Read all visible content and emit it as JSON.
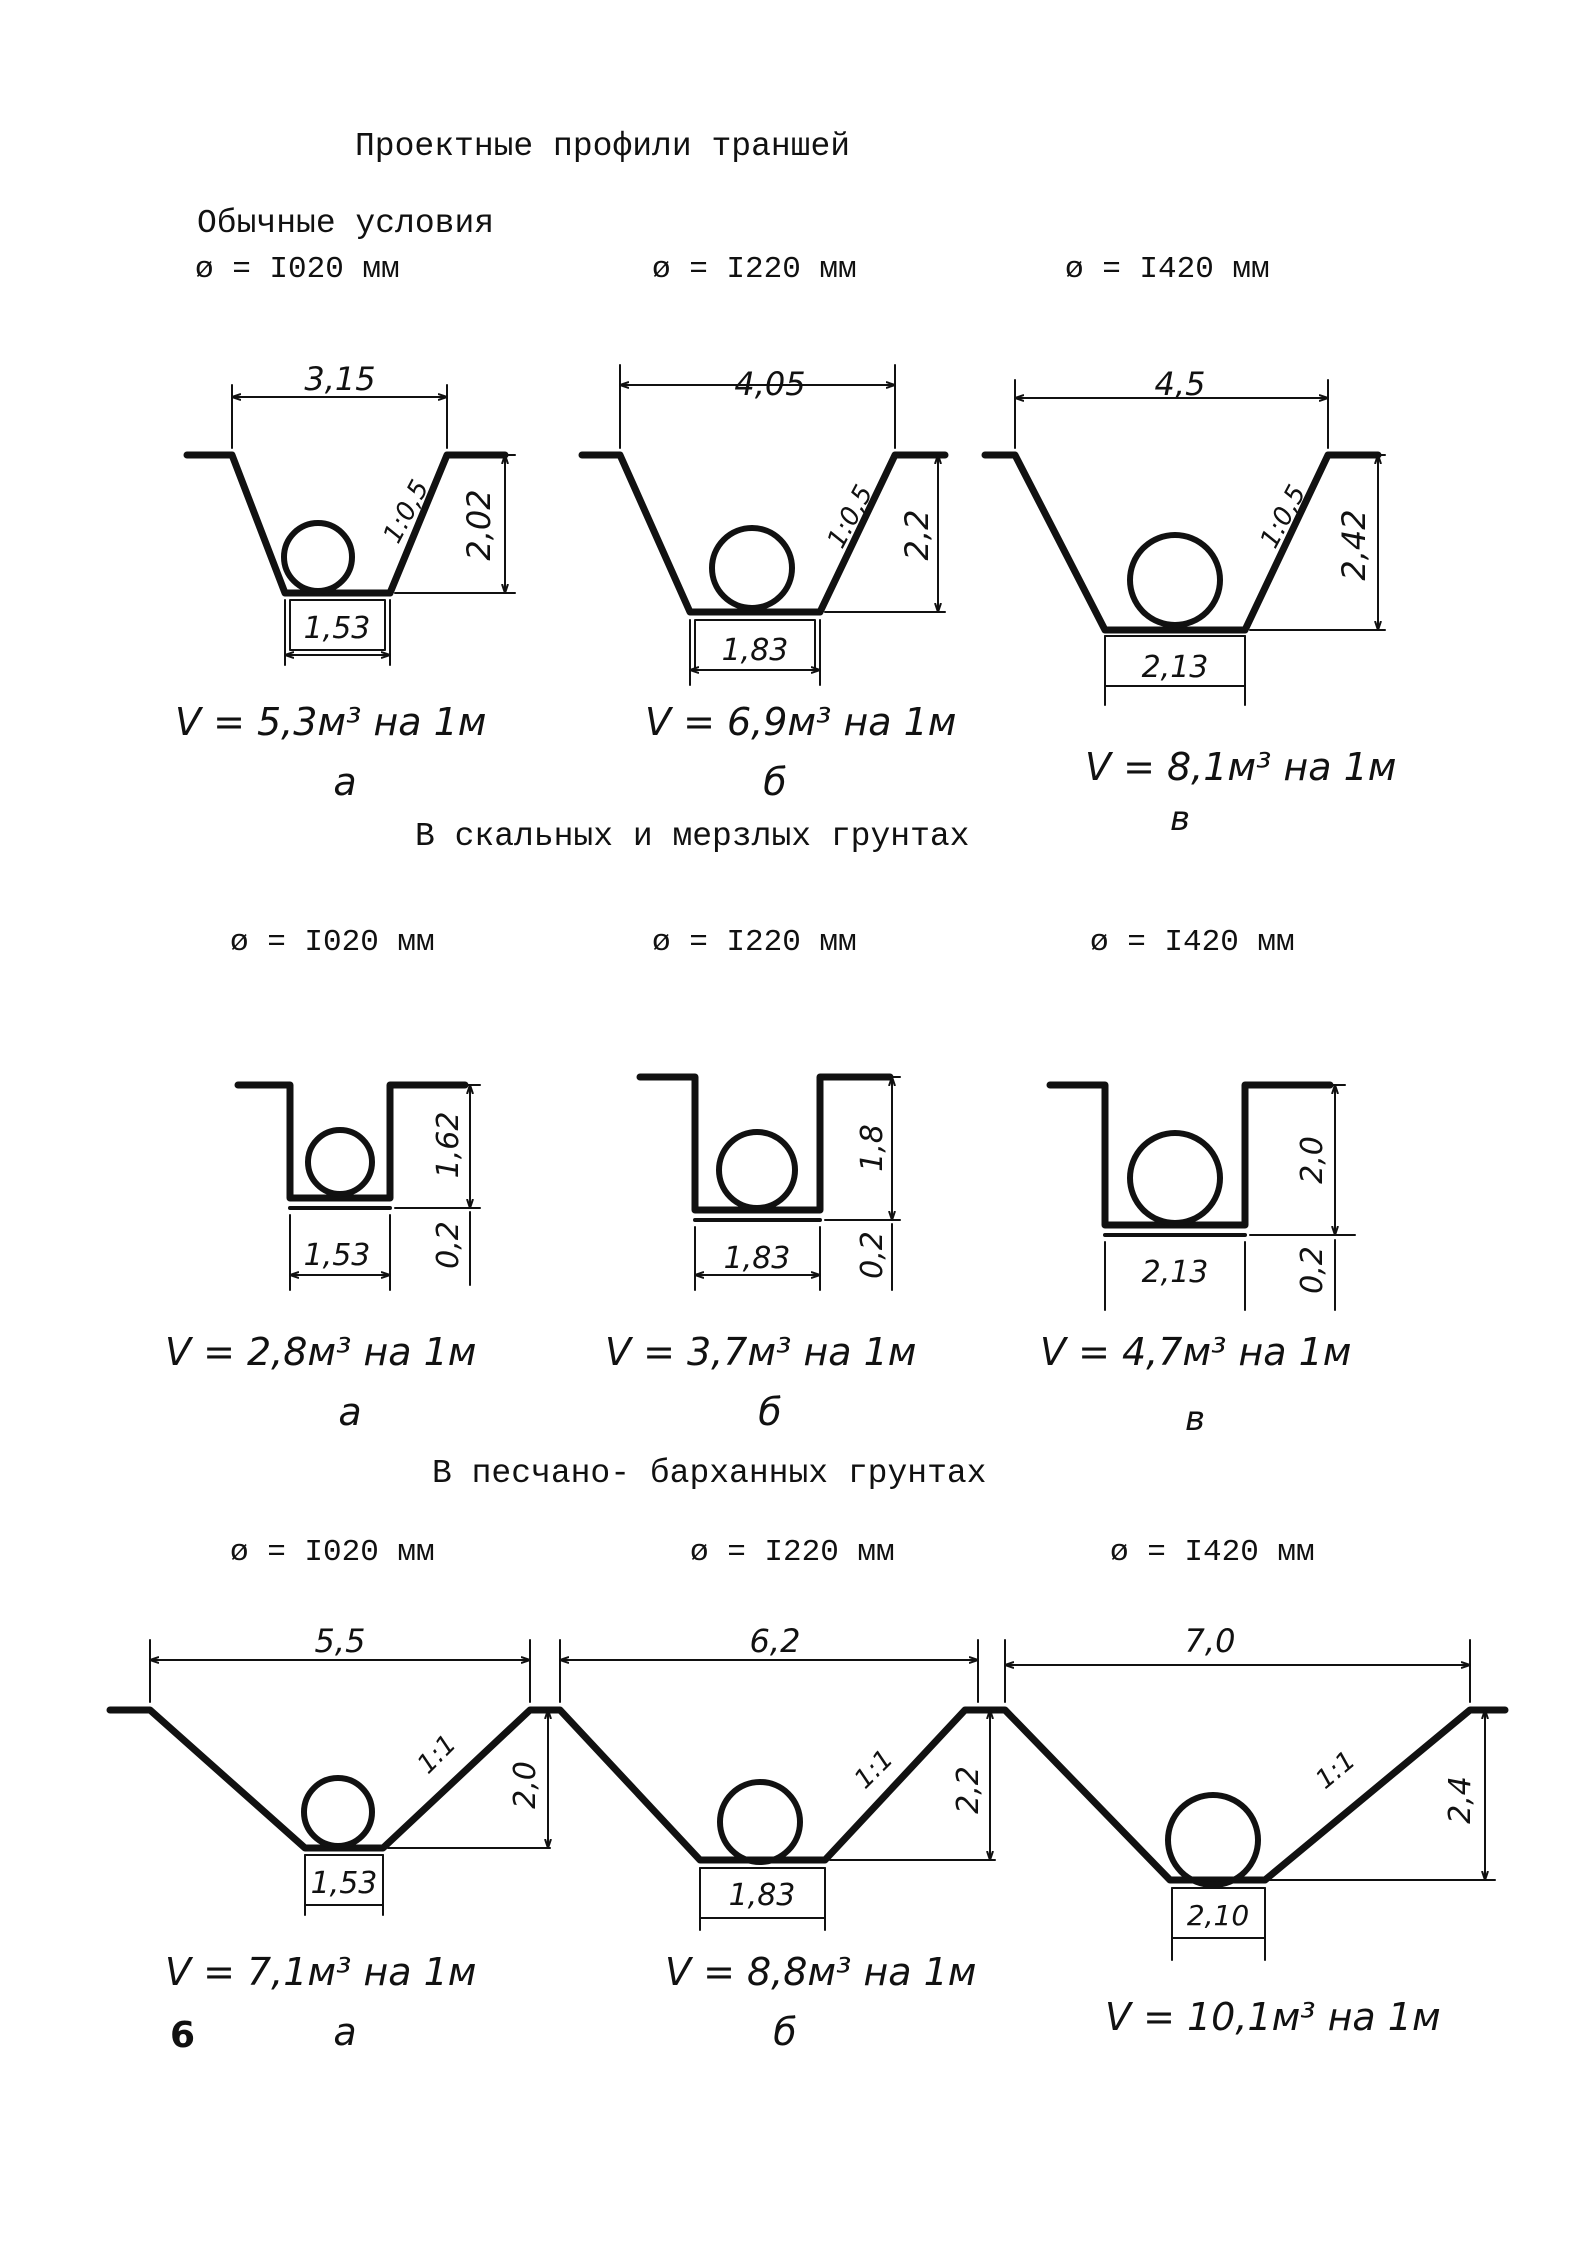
{
  "title": "Проектные профили траншей",
  "sections": [
    {
      "heading": "Обычные условия",
      "diameters": [
        "ø = I020 мм",
        "ø = I220 мм",
        "ø = I420 мм"
      ],
      "trenches": [
        {
          "top_width": "3,15",
          "slope": "1:0,5",
          "depth": "2,02",
          "bottom": "1,53",
          "volume": "V = 5,3м³ на 1м",
          "letter": "а"
        },
        {
          "top_width": "4,05",
          "slope": "1:0,5",
          "depth": "2,2",
          "bottom": "1,83",
          "volume": "V = 6,9м³ на 1м",
          "letter": "б"
        },
        {
          "top_width": "4,5",
          "slope": "1:0,5",
          "depth": "2,42",
          "bottom": "2,13",
          "volume": "V = 8,1м³ на 1м",
          "letter": "в"
        }
      ]
    },
    {
      "heading": "В скальных и мерзлых грунтах",
      "diameters": [
        "ø = I020 мм",
        "ø = I220 мм",
        "ø = I420 мм"
      ],
      "trenches": [
        {
          "depth": "1,62",
          "pad": "0,2",
          "bottom": "1,53",
          "volume": "V = 2,8м³ на 1м",
          "letter": "а"
        },
        {
          "depth": "1,8",
          "pad": "0,2",
          "bottom": "1,83",
          "volume": "V = 3,7м³ на 1м",
          "letter": "б"
        },
        {
          "depth": "2,0",
          "pad": "0,2",
          "bottom": "2,13",
          "volume": "V = 4,7м³ на 1м",
          "letter": "в"
        }
      ]
    },
    {
      "heading": "В песчано- барханных грунтах",
      "diameters": [
        "ø = I020 мм",
        "ø = I220 мм",
        "ø = I420 мм"
      ],
      "trenches": [
        {
          "top_width": "5,5",
          "slope": "1:1",
          "depth": "2,0",
          "bottom": "1,53",
          "volume": "V = 7,1м³ на 1м",
          "letter": "а"
        },
        {
          "top_width": "6,2",
          "slope": "1:1",
          "depth": "2,2",
          "bottom": "1,83",
          "volume": "V = 8,8м³ на 1м",
          "letter": "б"
        },
        {
          "top_width": "7,0",
          "slope": "1:1",
          "depth": "2,4",
          "bottom": "2,10",
          "volume": "V = 10,1м³ на 1м",
          "letter": ""
        }
      ]
    }
  ],
  "page_number": "6"
}
